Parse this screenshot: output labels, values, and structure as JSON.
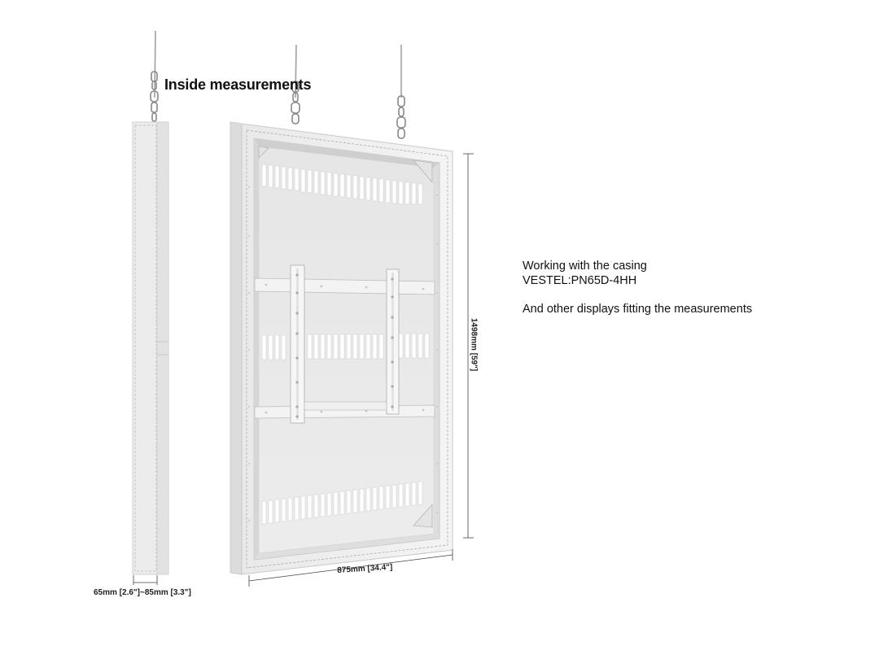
{
  "heading": "Inside measurements",
  "info": {
    "line1": "Working with the casing",
    "line2": "VESTEL:PN65D-4HH",
    "line3": "And other displays fitting the measurements"
  },
  "dimensions": {
    "depth": "65mm [2.6\"]~85mm [3.3\"]",
    "width": "875mm [34.4\"]",
    "height": "1498mm [59\"]"
  }
}
